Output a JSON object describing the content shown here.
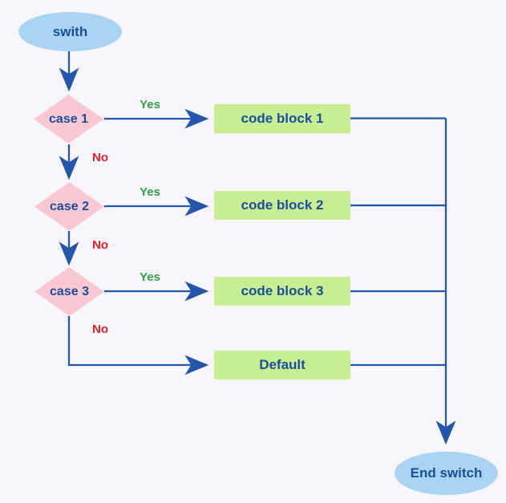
{
  "colors": {
    "background": "#f8f6fd",
    "line": "#2257ab",
    "node_text": "#1a4e9e",
    "start_fill": "#a9d4f4",
    "decision_fill": "#f9c8d2",
    "process_fill": "#c7ee90",
    "yes_label": "#2fa43c",
    "no_label": "#ee1c22"
  },
  "nodes": {
    "start": {
      "label": "swith",
      "shape": "ellipse"
    },
    "case1": {
      "label": "case 1",
      "shape": "diamond"
    },
    "case2": {
      "label": "case 2",
      "shape": "diamond"
    },
    "case3": {
      "label": "case 3",
      "shape": "diamond"
    },
    "block1": {
      "label": "code block 1",
      "shape": "rect"
    },
    "block2": {
      "label": "code block 2",
      "shape": "rect"
    },
    "block3": {
      "label": "code block 3",
      "shape": "rect"
    },
    "default": {
      "label": "Default",
      "shape": "rect"
    },
    "end": {
      "label": "End switch",
      "shape": "ellipse"
    }
  },
  "edge_labels": {
    "yes1": "Yes",
    "no1": "No",
    "yes2": "Yes",
    "no2": "No",
    "yes3": "Yes",
    "no3": "No"
  }
}
